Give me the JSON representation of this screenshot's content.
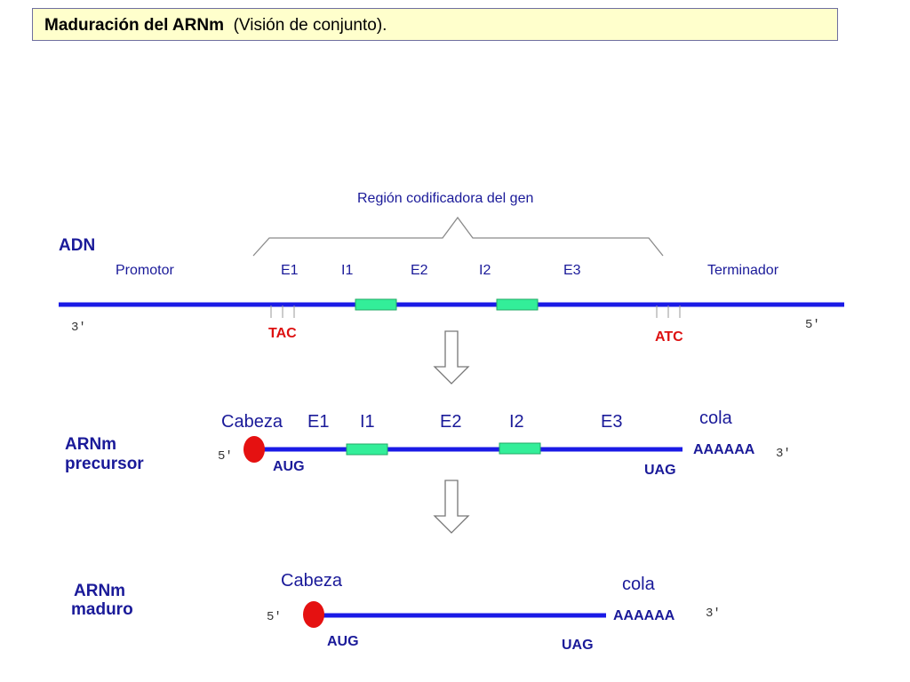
{
  "title": {
    "bold": "Maduración del ARNm",
    "normal": "(Visión de conjunto)."
  },
  "colors": {
    "strand": "#1a1ae6",
    "exon_box": "#33ee99",
    "codon_red": "#dd1111",
    "label_blue": "#1a1a99",
    "cap_red": "#e51111"
  },
  "adn": {
    "label": "ADN",
    "coding_region_label": "Región codificadora del gen",
    "regions": {
      "promotor": "Promotor",
      "e1": "E1",
      "i1": "I1",
      "e2": "E2",
      "i2": "I2",
      "e3": "E3",
      "terminador": "Terminador"
    },
    "end_left": "3'",
    "end_right": "5'",
    "start_codon": "TAC",
    "stop_codon": "ATC"
  },
  "precursor": {
    "label_line1": "ARNm",
    "label_line2": "precursor",
    "cap": "Cabeza",
    "e1": "E1",
    "i1": "I1",
    "e2": "E2",
    "i2": "I2",
    "e3": "E3",
    "tail": "cola",
    "polya": "AAAAAA",
    "end_left": "5'",
    "end_right": "3'",
    "start_codon": "AUG",
    "stop_codon": "UAG"
  },
  "mature": {
    "label_line1": "ARNm",
    "label_line2": "maduro",
    "cap": "Cabeza",
    "tail": "cola",
    "polya": "AAAAAA",
    "end_left": "5'",
    "end_right": "3'",
    "start_codon": "AUG",
    "stop_codon": "UAG"
  }
}
